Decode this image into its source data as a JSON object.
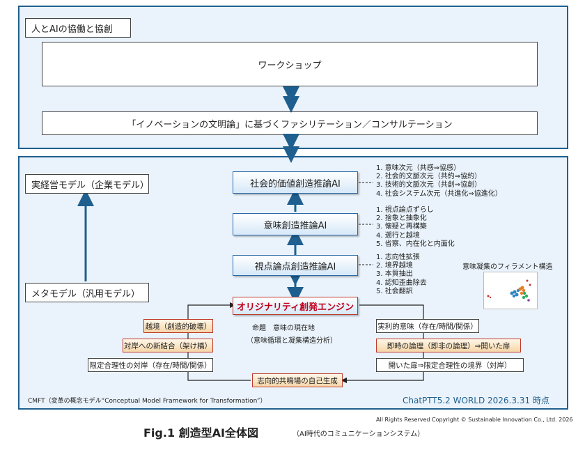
{
  "top_panel": {
    "label": "人とAIの協働と協創",
    "workshop": "ワークショップ",
    "facilitation": "「イノベーションの文明論」に基づくファシリテーション／コンサルテーション"
  },
  "bottom_panel": {
    "model_real": "実経営モデル（企業モデル）",
    "model_meta": "メタモデル（汎用モデル）",
    "ai_social": "社会的価値創造推論AI",
    "ai_meaning": "意味創造推論AI",
    "ai_viewpoint": "視点論点創造推論AI",
    "engine": "オリジナリティ創発エンジン",
    "list_social": [
      "1. 意味次元（共感⇒協感）",
      "2. 社会的文脈次元（共約⇒協約）",
      "3. 技術的文脈次元（共創⇒協創）",
      "4. 社会システム次元（共進化⇒協進化）"
    ],
    "list_meaning": [
      "1. 視点論点ずらし",
      "2. 捨象と抽象化",
      "3. 懐疑と再構築",
      "4. 遡行と越境",
      "5. 省察、内在化と内面化"
    ],
    "list_viewpoint": [
      "1. 志向性拡張",
      "2. 境界越境",
      "3. 本質抽出",
      "4. 認知歪曲除去",
      "5. 社会翻訳"
    ],
    "filament_title": "意味凝集のフィラメント構造",
    "proposition_line1": "命題　意味の現在地",
    "proposition_line2": "（意味循環と凝集構造分析）",
    "left_items": [
      "越境（創造的破壊）",
      "対岸への新結合（架け橋）",
      "限定合理性の対岸（存在/時間/関係）"
    ],
    "right_items": [
      "実利的意味（存在/時間/関係）",
      "即時の論理（即非の論理）⇒開いた扉",
      "開いた扉⇒限定合理性の境界（対岸）"
    ],
    "bottom_item": "志向的共鳴場の自己生成",
    "cmft": "CMFT（変革の概念モデル“Conceptual Model Framework for Transformation”）",
    "version": "ChatPTT5.2 WORLD 2026.3.31 時点"
  },
  "footer": {
    "copyright": "All Rights Reserved Copyright ©  Sustainable Innovation Co., Ltd.  2026",
    "figure_title": "Fig.1 創造型AI全体図",
    "figure_subtitle": "（AI時代のコミュニケーションシステム）"
  },
  "colors": {
    "panel_border": "#1f5f8f",
    "panel_fill": "#eaf3fb",
    "arrow": "#1f5f8f",
    "engine_text": "#c0001a"
  }
}
